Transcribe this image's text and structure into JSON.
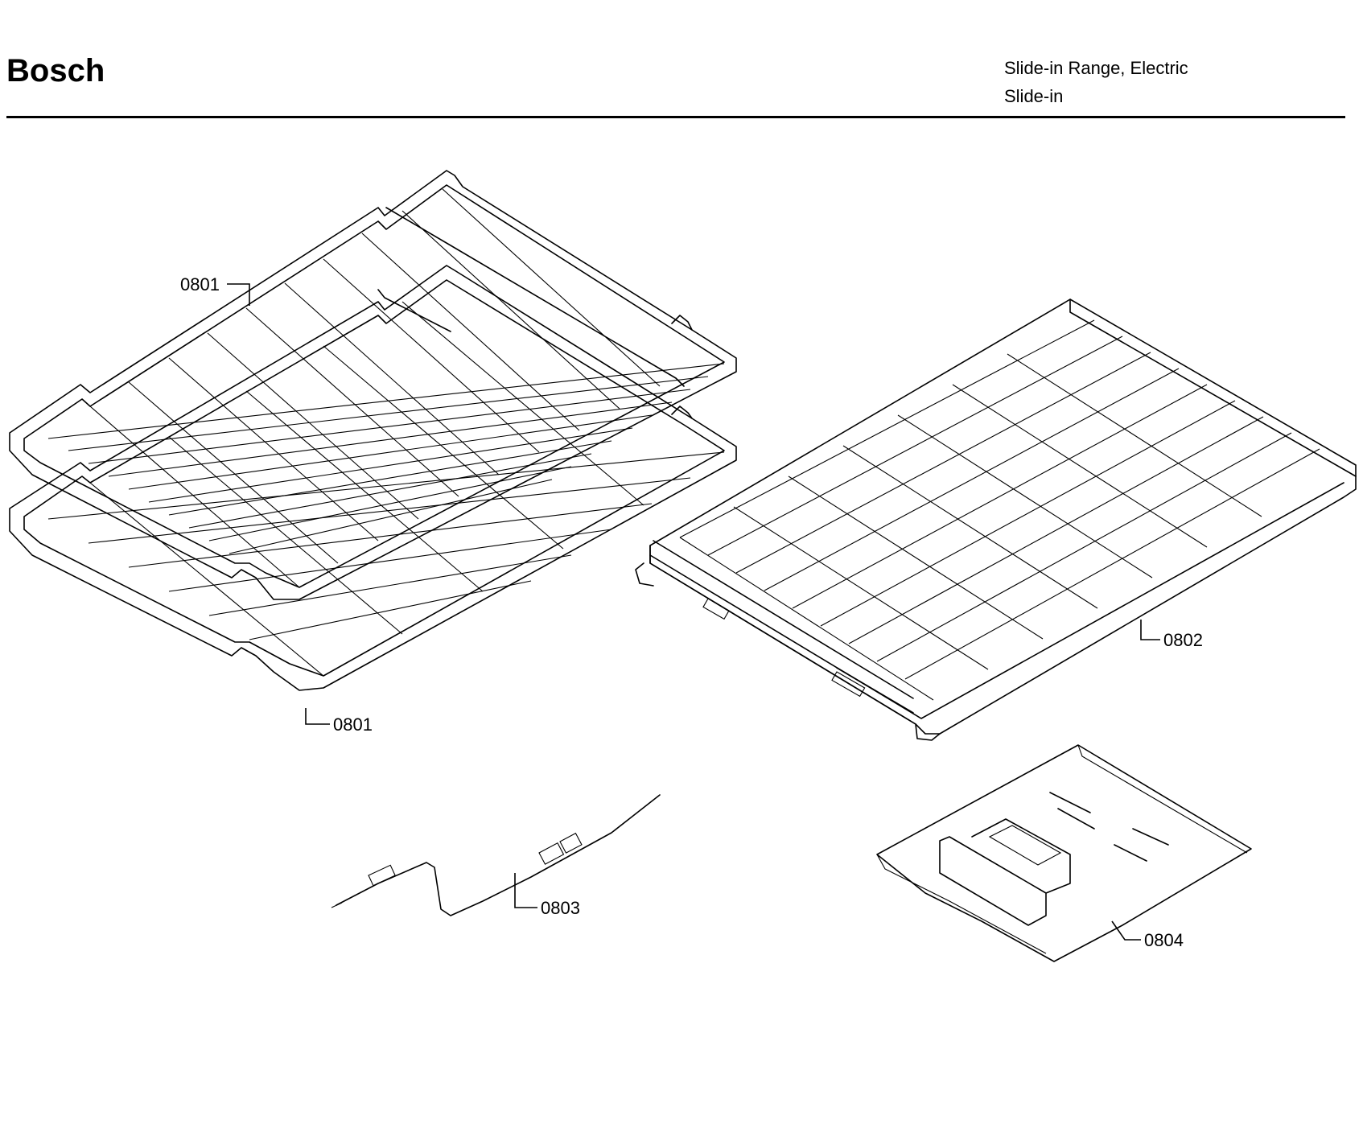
{
  "header": {
    "brand": "Bosch",
    "model_line1": "Slide-in Range, Electric",
    "model_line2": "Slide-in"
  },
  "callouts": {
    "rack_upper": "0801",
    "rack_lower": "0801",
    "telescopic_rack": "0802",
    "meat_probe": "0803",
    "hardware_bag": "0804"
  }
}
